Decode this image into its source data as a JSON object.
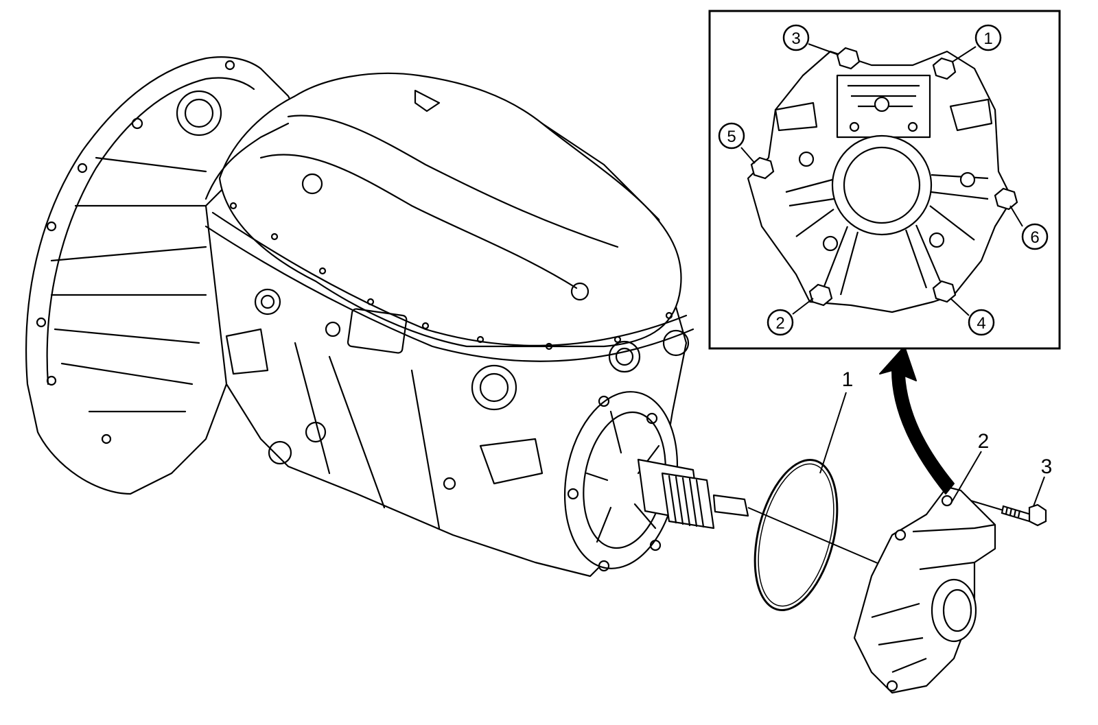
{
  "callouts": {
    "oring": "1",
    "housing": "2",
    "bolt": "3"
  },
  "inset": {
    "bolt_sequence": [
      "1",
      "2",
      "3",
      "4",
      "5",
      "6"
    ]
  },
  "colors": {
    "line": "#000000",
    "background": "#ffffff",
    "arrow": "#000000"
  }
}
